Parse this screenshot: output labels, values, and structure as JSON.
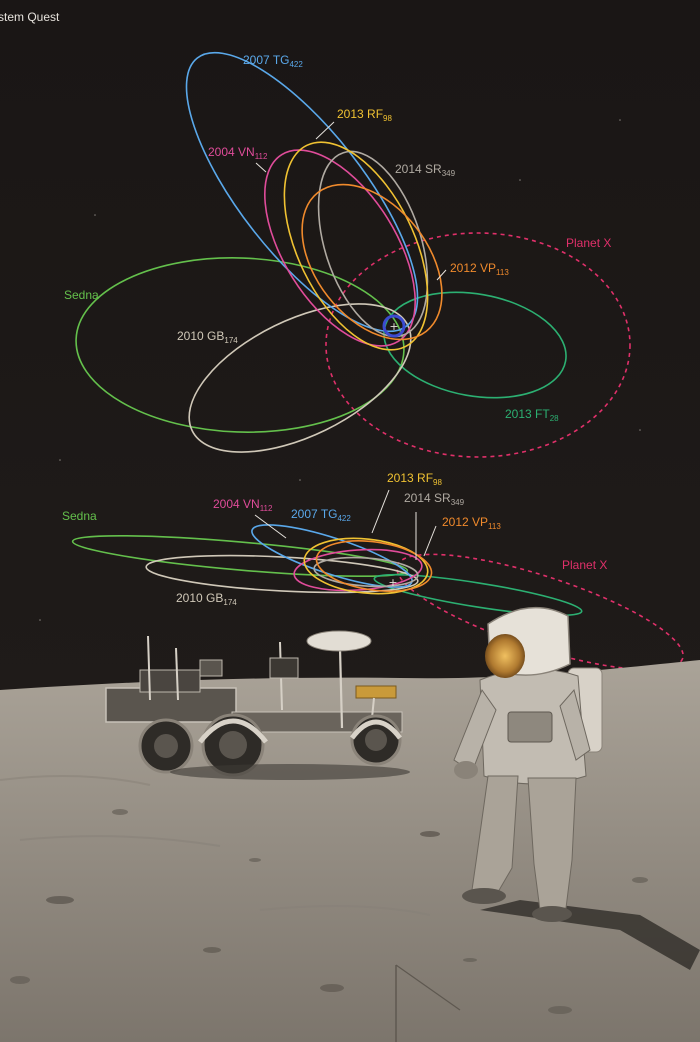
{
  "header": {
    "section_label": "stem Quest"
  },
  "colors": {
    "sky": "#161312",
    "ground": "#9b948a",
    "sun_marker": "#3b4ad0",
    "2007 TG422": "#5aa8ea",
    "2013 RF98": "#f0c232",
    "2004 VN112": "#e04c9a",
    "2014 SR349": "#b0aaa2",
    "2012 VP113": "#f08a2c",
    "Sedna": "#64c04c",
    "2010 GB174": "#d0c8b8",
    "2013 FT28": "#2cb072",
    "Planet X": "#e0306a"
  },
  "diagram": {
    "top_view": {
      "label_2007TG": {
        "base": "2007 TG",
        "sub": "422"
      },
      "label_2013RF": {
        "base": "2013 RF",
        "sub": "98"
      },
      "label_2004VN": {
        "base": "2004 VN",
        "sub": "112"
      },
      "label_2014SR": {
        "base": "2014 SR",
        "sub": "349"
      },
      "label_planetx": {
        "base": "Planet X"
      },
      "label_2012VP": {
        "base": "2012 VP",
        "sub": "113"
      },
      "label_sedna": {
        "base": "Sedna"
      },
      "label_2010GB": {
        "base": "2010 GB",
        "sub": "174"
      },
      "label_2013FT": {
        "base": "2013 FT",
        "sub": "28"
      }
    },
    "side_view": {
      "label_2013RF": {
        "base": "2013 RF",
        "sub": "98"
      },
      "label_2004VN": {
        "base": "2004 VN",
        "sub": "112"
      },
      "label_2014SR": {
        "base": "2014 SR",
        "sub": "349"
      },
      "label_sedna": {
        "base": "Sedna"
      },
      "label_2007TG": {
        "base": "2007 TG",
        "sub": "422"
      },
      "label_2012VP": {
        "base": "2012 VP",
        "sub": "113"
      },
      "label_planetx": {
        "base": "Planet X"
      },
      "label_2010GB": {
        "base": "2010 GB",
        "sub": "174"
      }
    }
  }
}
